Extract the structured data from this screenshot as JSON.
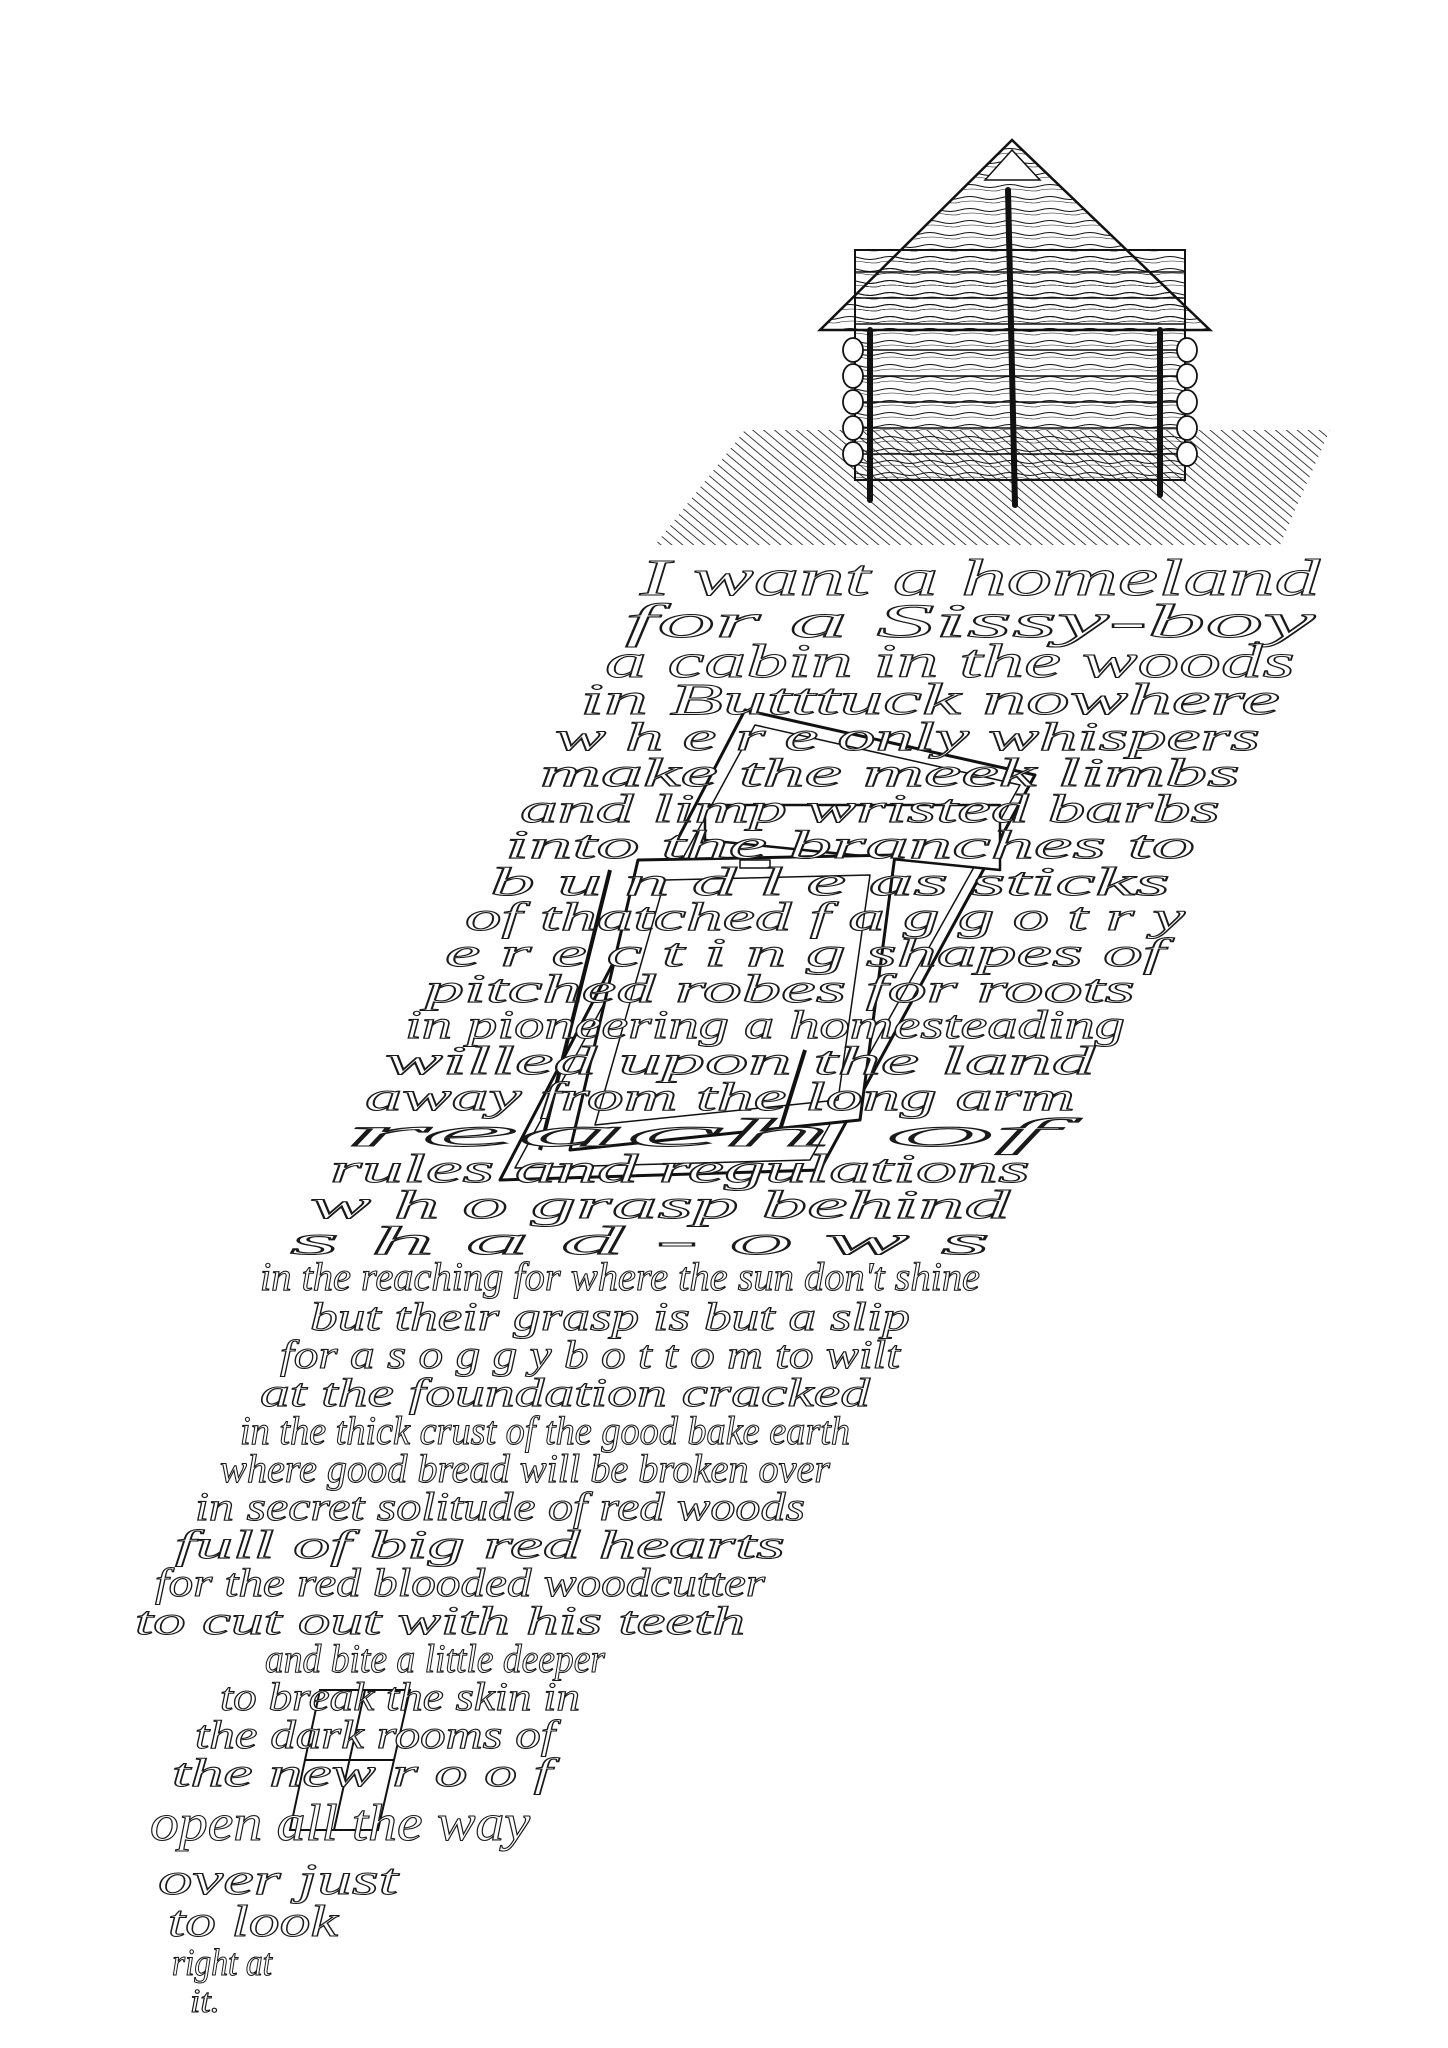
{
  "poem": {
    "lines": [
      "I want a homeland",
      "for a Sissy-boy",
      "a cabin in the woods",
      "in Butttuck nowhere",
      "w h e r e only whispers",
      "make the meek limbs",
      "and limp wristed barbs",
      "into the branches to",
      "b u n d l e as sticks",
      "of thatched f a g g o t r y",
      "e r e c t i n g shapes of",
      "pitched robes for roots",
      "in pioneering a homesteading",
      "willed upon the land",
      "away from the long arm",
      "reach of",
      "rules and regulations",
      "w h o grasp behind",
      "s h a d - o w s",
      "in the reaching for where the sun don't shine",
      "but their grasp is but a slip",
      "for a s o g g y b o t t o m to wilt",
      "at the foundation cracked",
      "in the thick crust of the good bake earth",
      "where good bread will be broken over",
      "in secret solitude of red woods",
      "full of big red hearts",
      "for the red blooded woodcutter",
      "to cut out with his teeth",
      "and bite a little deeper",
      "to break the skin in",
      "the dark rooms of",
      "the new r o o f",
      "open all the way",
      "over just",
      "to look",
      "right at",
      "it."
    ]
  },
  "illustrations": {
    "cabin": "log-cabin-engraving",
    "skylight": "open-roof-window",
    "small_window": "four-pane-window-icon"
  }
}
